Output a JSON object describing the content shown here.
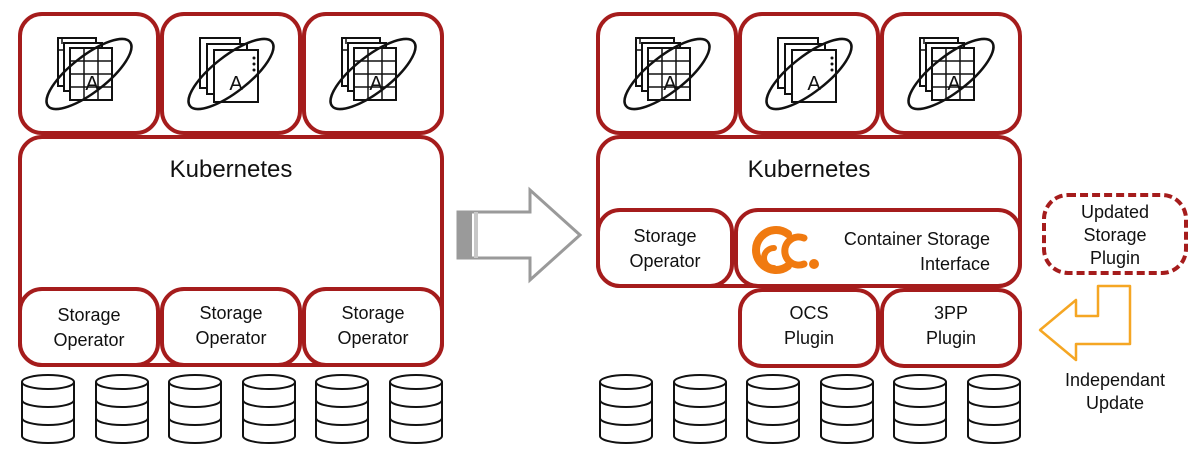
{
  "colors": {
    "border": "#a51c1c",
    "arrow": "#9a9a9a",
    "update_arrow": "#f5a623",
    "csi_logo": "#f07a10"
  },
  "before": {
    "kubernetes_label": "Kubernetes",
    "operators": [
      {
        "label": "Storage\nOperator"
      },
      {
        "label": "Storage\nOperator"
      },
      {
        "label": "Storage\nOperator"
      }
    ],
    "app_icons": [
      "grid-app-icon",
      "stack-app-icon",
      "grid-app-icon"
    ],
    "disk_count": 6
  },
  "transition_arrow": "right-arrow-icon",
  "after": {
    "kubernetes_label": "Kubernetes",
    "storage_operator_label": "Storage\nOperator",
    "csi_label": "Container Storage\nInterface",
    "plugins": [
      {
        "label": "OCS\nPlugin"
      },
      {
        "label": "3PP\nPlugin"
      }
    ],
    "app_icons": [
      "grid-app-icon",
      "stack-app-icon",
      "grid-app-icon"
    ],
    "disk_count": 6
  },
  "updated_plugin_label": "Updated\nStorage\nPlugin",
  "independent_update_label": "Independant\nUpdate"
}
